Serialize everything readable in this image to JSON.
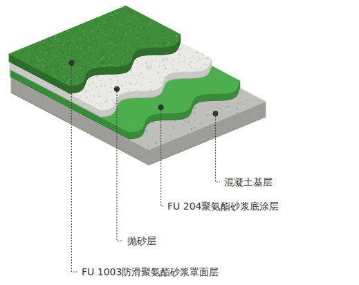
{
  "diagram": {
    "labels": [
      "混凝土基层",
      "FU 204聚氨酯砂浆底涂层",
      "抛砂层",
      "FU 1003防滑聚氨酯砂浆罩面层"
    ]
  }
}
